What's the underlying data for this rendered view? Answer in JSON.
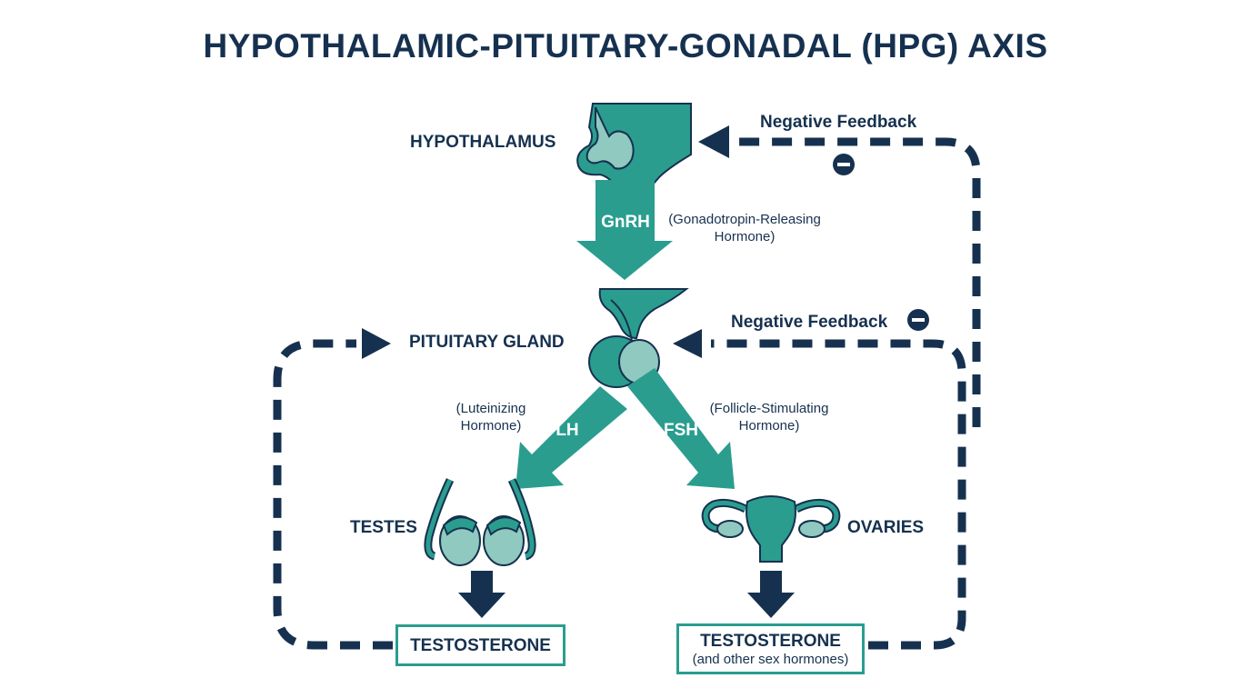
{
  "title": "HYPOTHALAMIC-PITUITARY-GONADAL (HPG) AXIS",
  "organs": {
    "hypothalamus": "HYPOTHALAMUS",
    "pituitary": "PITUITARY GLAND",
    "testes": "TESTES",
    "ovaries": "OVARIES"
  },
  "hormones": {
    "gnrh": {
      "abbr": "GnRH",
      "desc_line1": "(Gonadotropin-Releasing",
      "desc_line2": "Hormone)"
    },
    "lh": {
      "abbr": "LH",
      "desc_line1": "(Luteinizing",
      "desc_line2": "Hormone)"
    },
    "fsh": {
      "abbr": "FSH",
      "desc_line1": "(Follicle-Stimulating",
      "desc_line2": "Hormone)"
    }
  },
  "outputs": {
    "testes": {
      "label": "TESTOSTERONE"
    },
    "ovaries": {
      "label": "TESTOSTERONE",
      "sublabel": "(and other sex hormones)"
    }
  },
  "feedback": {
    "top": "Negative Feedback",
    "middle": "Negative Feedback"
  },
  "colors": {
    "teal": "#2a9d8f",
    "light_teal": "#8fc9bf",
    "navy": "#16314f"
  }
}
